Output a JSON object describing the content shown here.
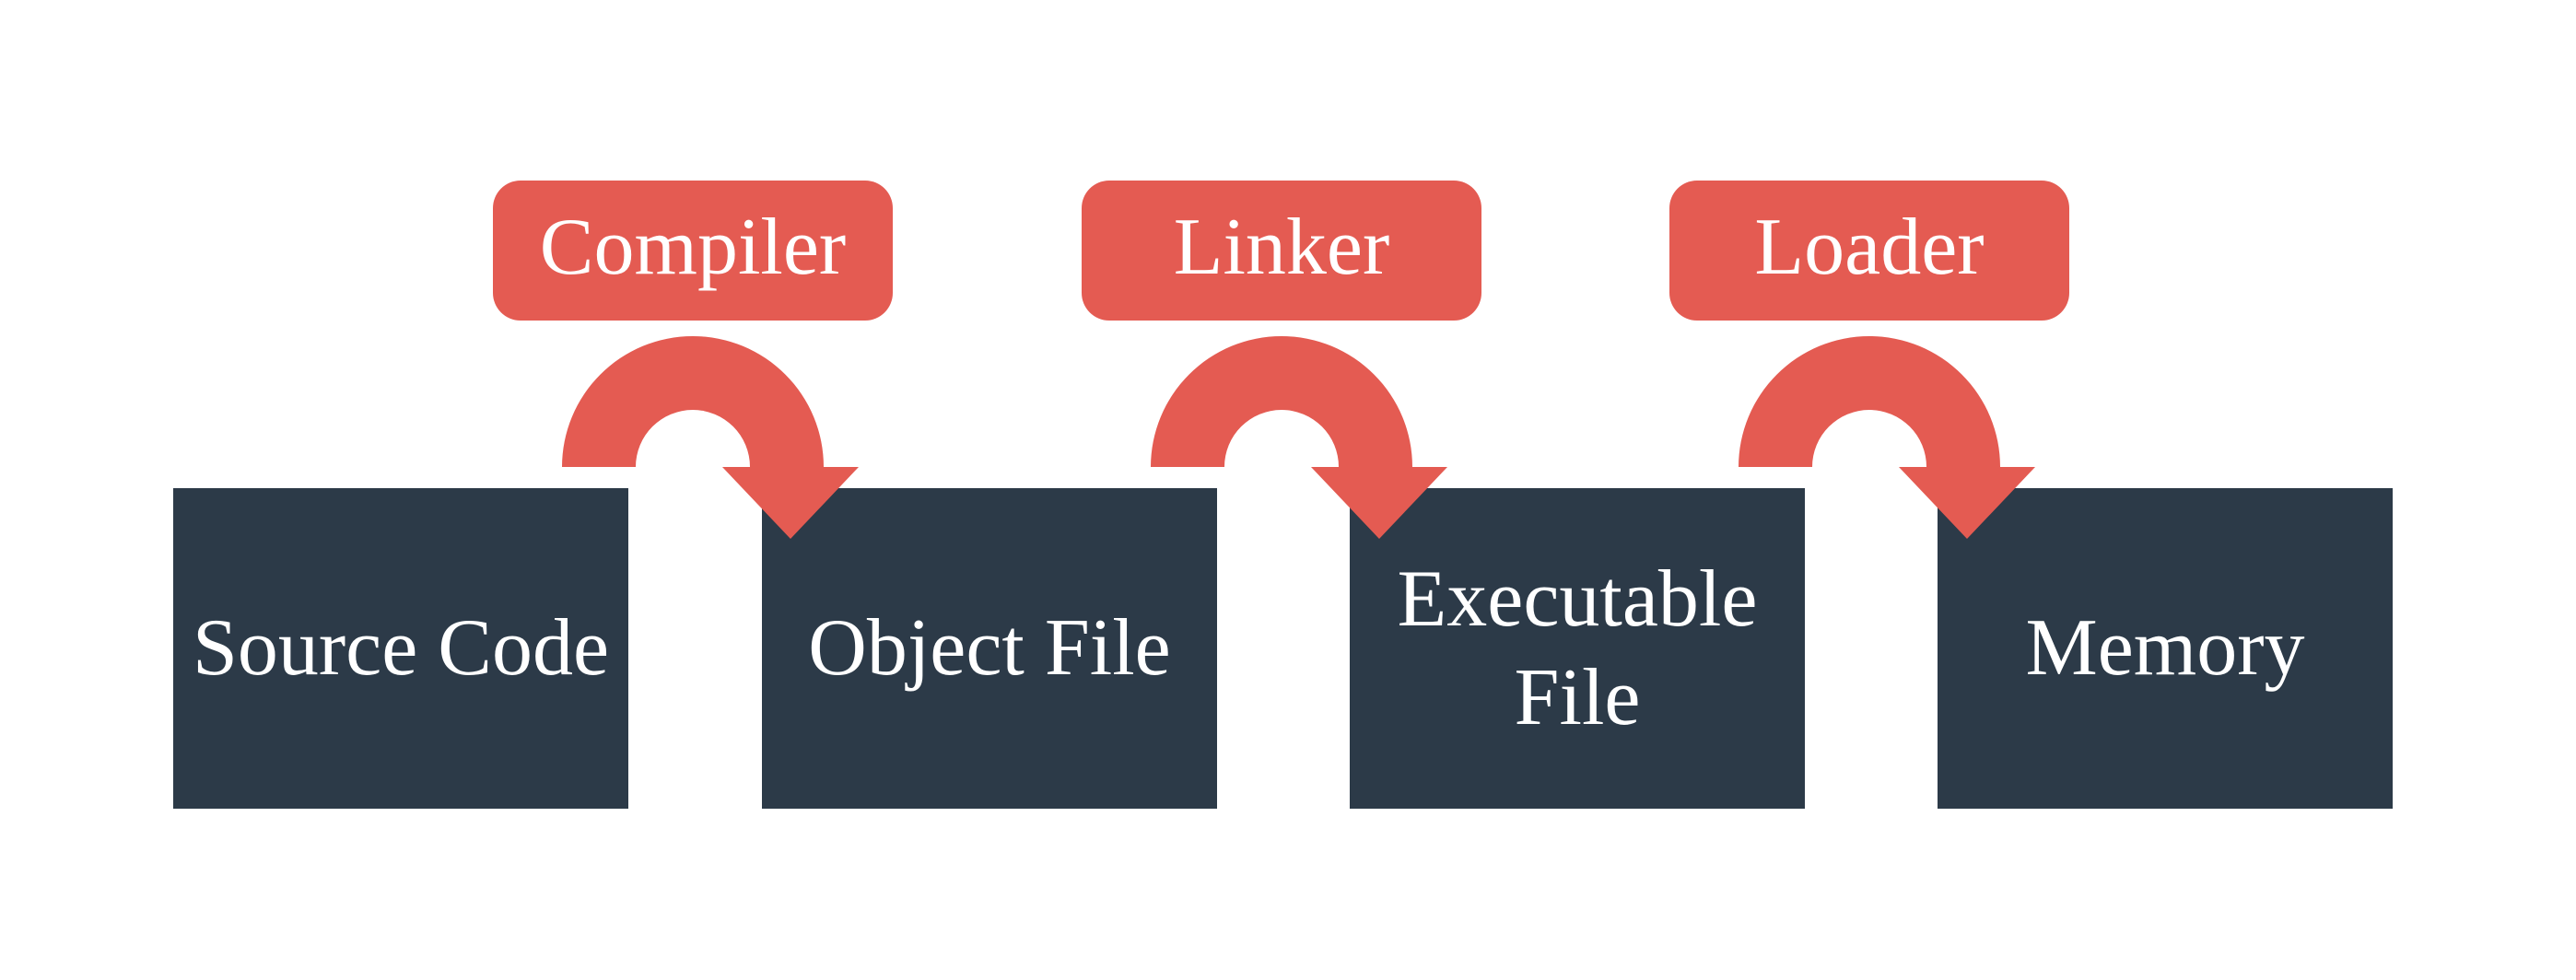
{
  "background": "#ffffff",
  "colors": {
    "node_bg": "#2c3a48",
    "node_text": "#ffffff",
    "process_bg": "#e45b52",
    "process_text": "#ffffff",
    "arrow": "#e45b52"
  },
  "nodes": [
    {
      "id": "source-code",
      "label": "Source Code"
    },
    {
      "id": "object-file",
      "label": "Object File"
    },
    {
      "id": "executable-file",
      "label": "Executable File"
    },
    {
      "id": "memory",
      "label": "Memory"
    }
  ],
  "processes": [
    {
      "id": "compiler",
      "label": "Compiler",
      "from": "Source Code",
      "to": "Object File"
    },
    {
      "id": "linker",
      "label": "Linker",
      "from": "Object File",
      "to": "Executable File"
    },
    {
      "id": "loader",
      "label": "Loader",
      "from": "Executable File",
      "to": "Memory"
    }
  ]
}
